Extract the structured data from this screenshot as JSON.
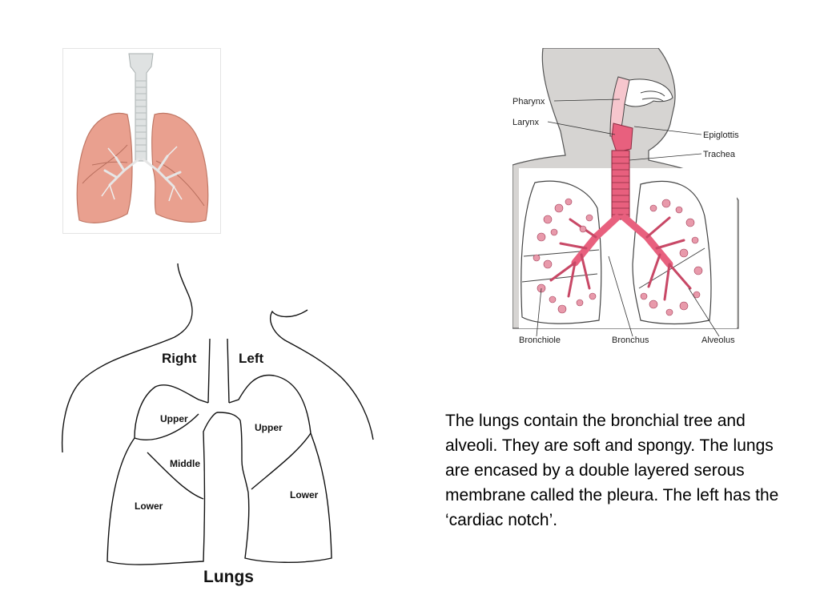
{
  "respiratory_diagram": {
    "labels": {
      "pharynx": "Pharynx",
      "larynx": "Larynx",
      "epiglottis": "Epiglottis",
      "trachea": "Trachea",
      "bronchiole": "Bronchiole",
      "bronchus": "Bronchus",
      "alveolus": "Alveolus"
    }
  },
  "lobe_diagram": {
    "right": "Right",
    "left": "Left",
    "right_upper": "Upper",
    "right_middle": "Middle",
    "right_lower": "Lower",
    "left_upper": "Upper",
    "left_lower": "Lower",
    "title": "Lungs"
  },
  "description": "The lungs contain the bronchial tree and alveoli. They are soft and spongy.  The lungs are encased by a double layered serous membrane called the pleura.  The left has the ‘cardiac notch’.",
  "colors": {
    "lung_tissue": "#e9a08f",
    "trachea": "#d9dcdc",
    "airway_pink": "#e8607e",
    "body_gray": "#d6d4d2"
  }
}
